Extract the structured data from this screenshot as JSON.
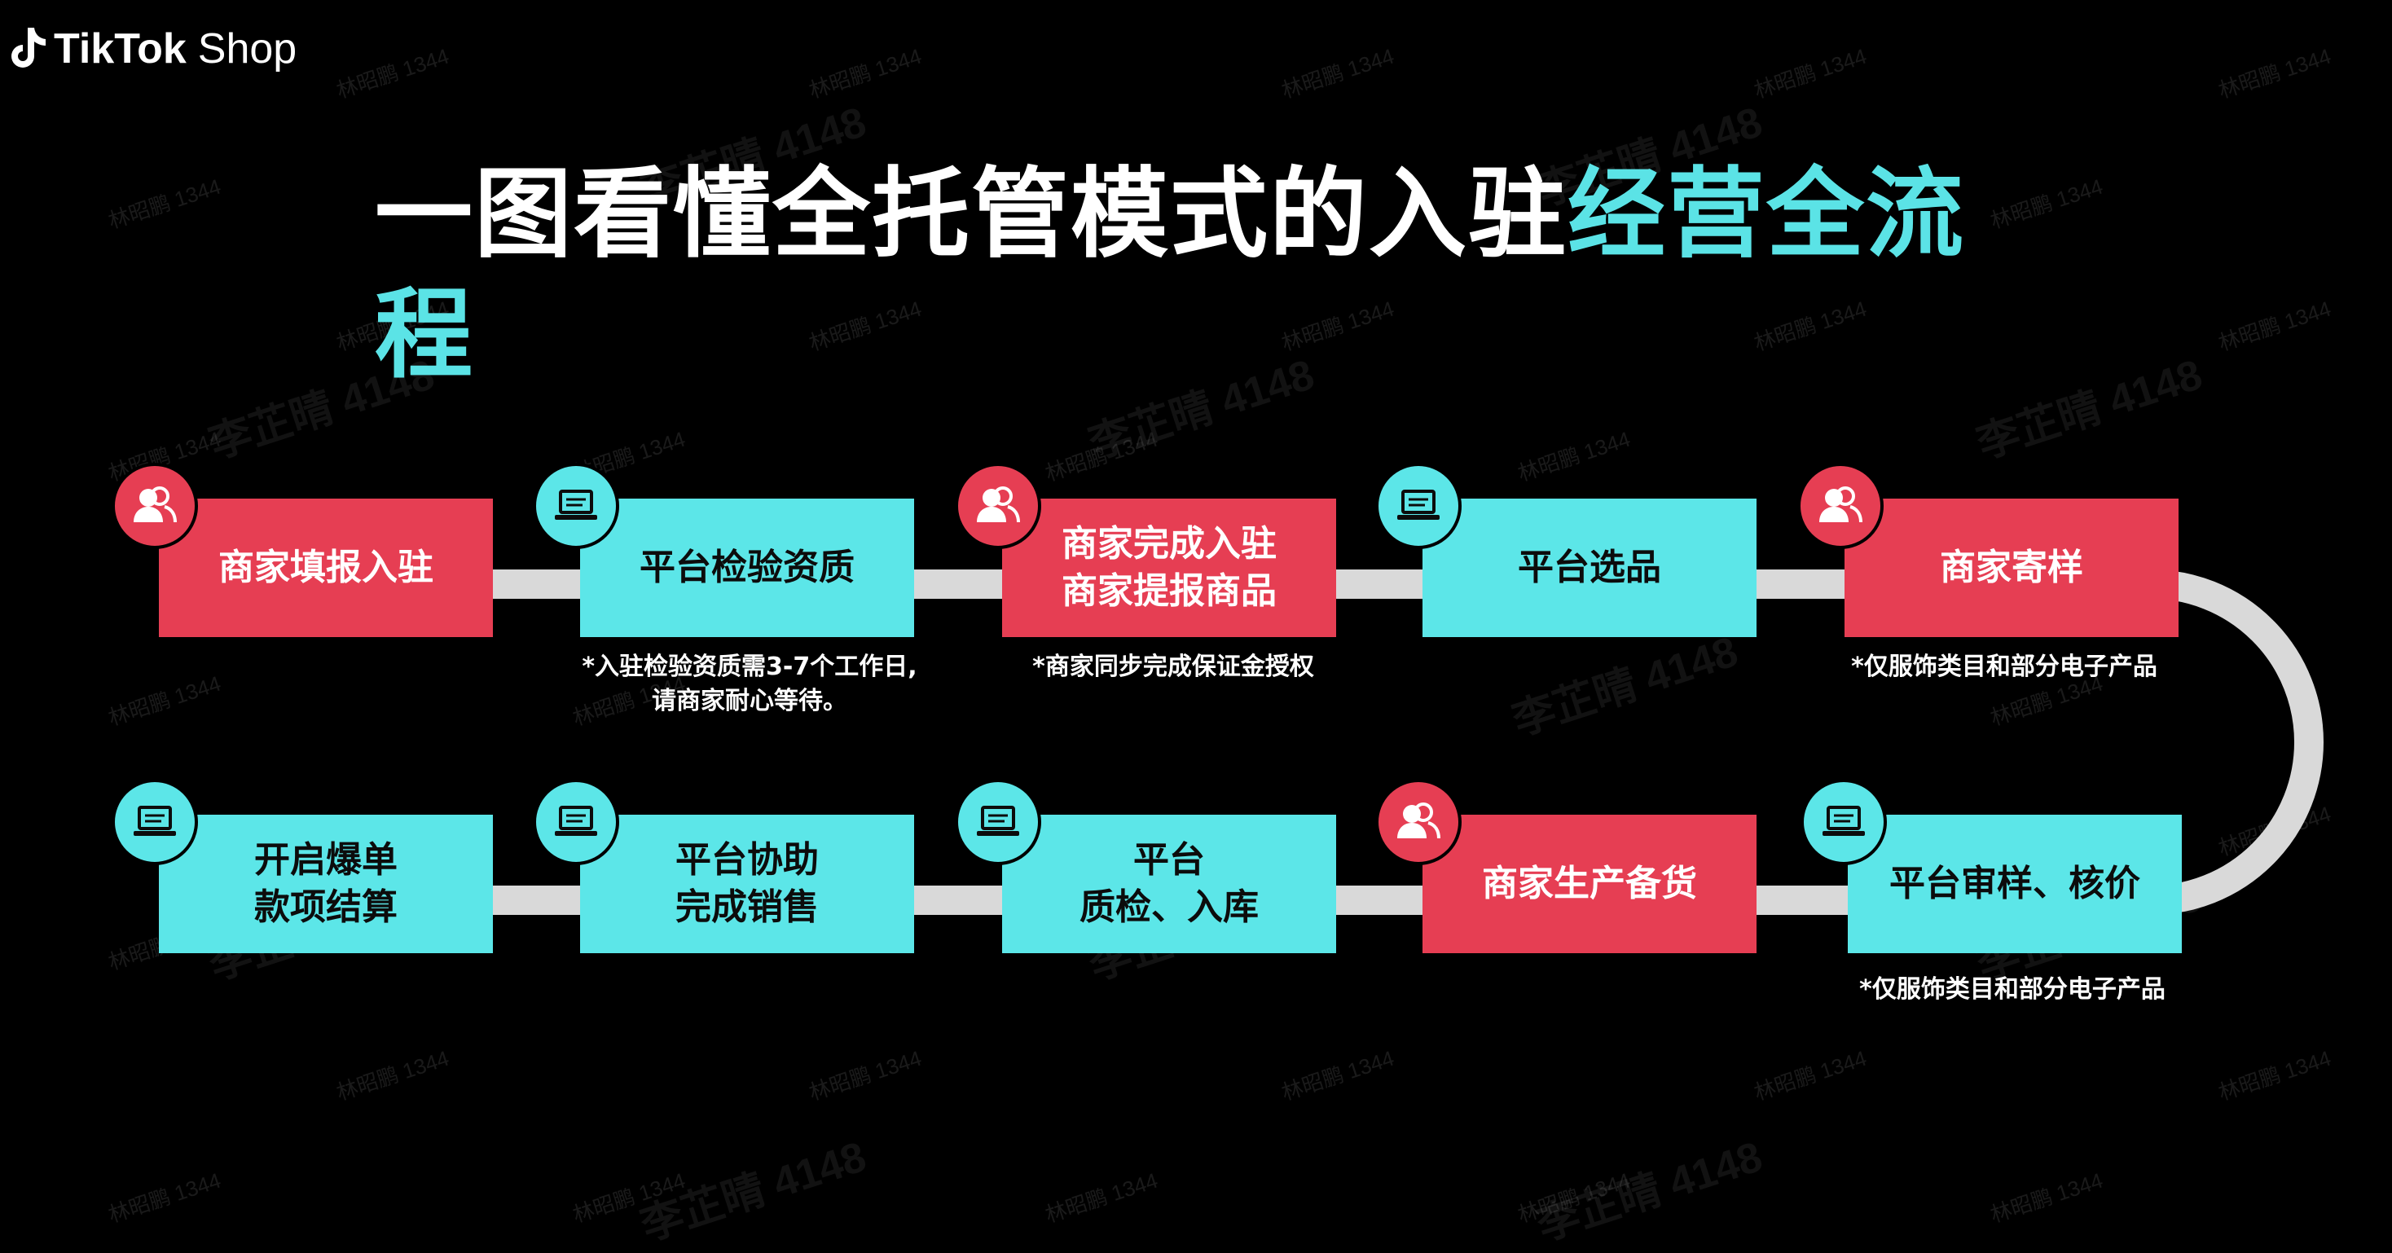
{
  "brand": {
    "bold": "TikTok",
    "light": "Shop"
  },
  "title": {
    "main": "一图看懂全托管模式的入驻",
    "accent1": "经营全流",
    "accent2": "程"
  },
  "watermark": {
    "name_small": "林昭鹏 1344",
    "name_big": "李芷晴 4148"
  },
  "colors": {
    "red": "#e63e53",
    "cyan": "#5ce6e8",
    "track": "#d9d9d9",
    "background": "#000000"
  },
  "steps": [
    {
      "label": "商家填报入驻",
      "kind": "merchant",
      "icon": "person-icon"
    },
    {
      "label": "平台检验资质",
      "kind": "platform",
      "icon": "laptop-icon"
    },
    {
      "label": "商家完成入驻\n商家提报商品",
      "kind": "merchant",
      "icon": "person-icon"
    },
    {
      "label": "平台选品",
      "kind": "platform",
      "icon": "laptop-icon"
    },
    {
      "label": "商家寄样",
      "kind": "merchant",
      "icon": "person-icon"
    },
    {
      "label": "平台审样、核价",
      "kind": "platform",
      "icon": "laptop-icon"
    },
    {
      "label": "商家生产备货",
      "kind": "merchant",
      "icon": "person-icon"
    },
    {
      "label": "平台\n质检、入库",
      "kind": "platform",
      "icon": "laptop-icon"
    },
    {
      "label": "平台协助\n完成销售",
      "kind": "platform",
      "icon": "laptop-icon"
    },
    {
      "label": "开启爆单\n款项结算",
      "kind": "platform",
      "icon": "laptop-icon"
    }
  ],
  "notes": [
    "*入驻检验资质需3-7个工作日,\n请商家耐心等待。",
    "*商家同步完成保证金授权",
    "*仅服饰类目和部分电子产品",
    "*仅服饰类目和部分电子产品"
  ]
}
